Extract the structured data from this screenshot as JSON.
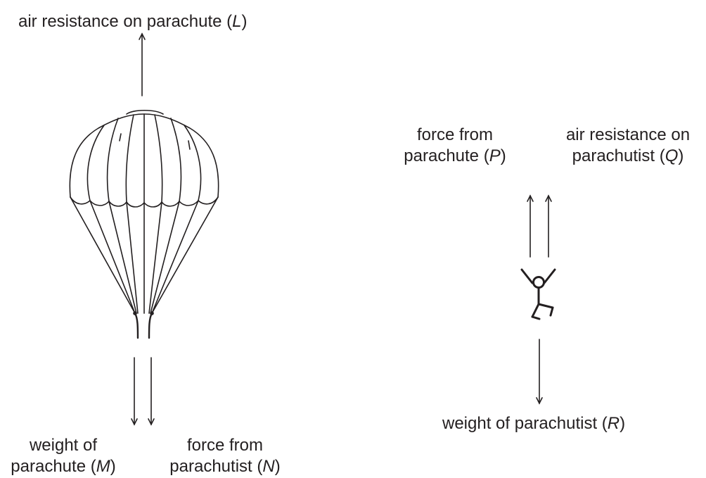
{
  "labels": {
    "L": {
      "text": "air resistance on parachute (",
      "sym": "L",
      "close": ")"
    },
    "M": {
      "line1": "weight of",
      "line2": "parachute (",
      "sym": "M",
      "close": ")"
    },
    "N": {
      "line1": "force from",
      "line2": "parachutist (",
      "sym": "N",
      "close": ")"
    },
    "P": {
      "line1": "force from",
      "line2": "parachute (",
      "sym": "P",
      "close": ")"
    },
    "Q": {
      "line1": "air resistance on",
      "line2": "parachutist (",
      "sym": "Q",
      "close": ")"
    },
    "R": {
      "text": "weight of parachutist (",
      "sym": "R",
      "close": ")"
    }
  },
  "colors": {
    "ink": "#231f20",
    "background": "#ffffff"
  }
}
